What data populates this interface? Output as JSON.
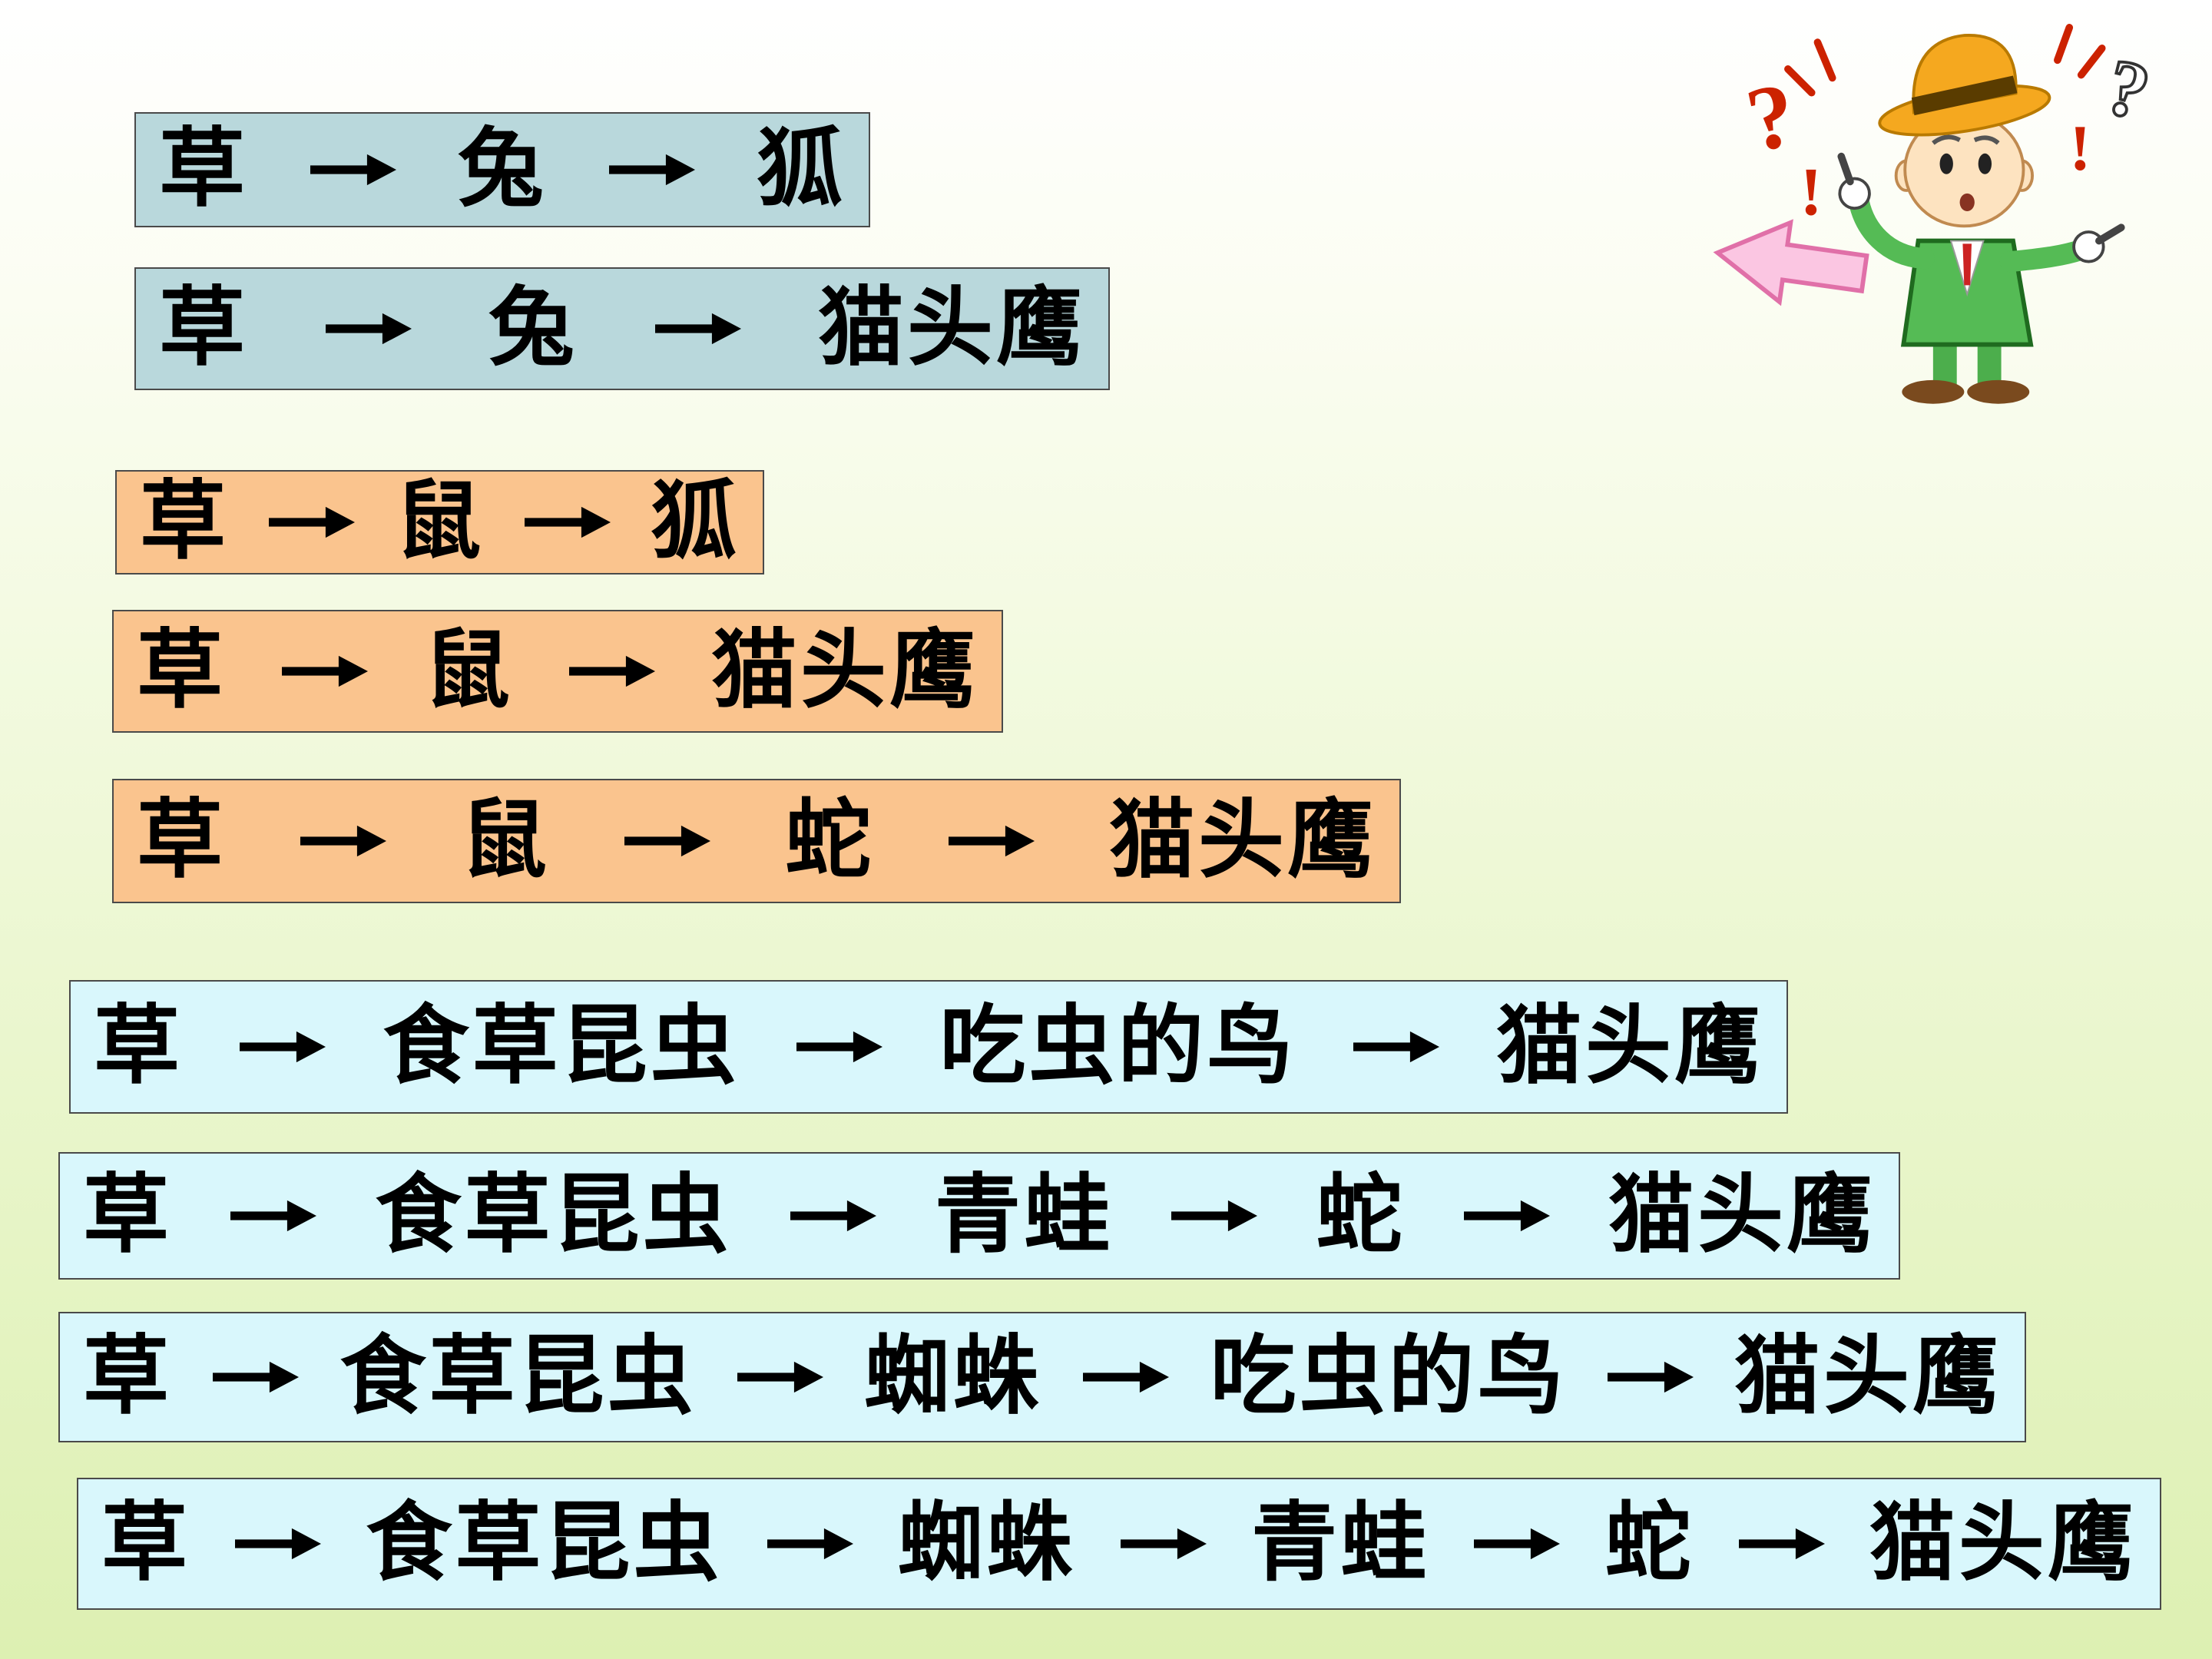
{
  "colors": {
    "blue_box": "#b9d8dc",
    "orange_box": "#fac48e",
    "cyan_box": "#d9f7fc",
    "arrow": "#000000",
    "background_top": "#ffffff",
    "background_bottom": "#ddf0b2",
    "border": "#4a4a4a"
  },
  "chains": [
    {
      "style": "blue",
      "items": [
        "草",
        "兔",
        "狐"
      ]
    },
    {
      "style": "blue",
      "items": [
        "草",
        "兔",
        "猫头鹰"
      ]
    },
    {
      "style": "orange",
      "items": [
        "草",
        "鼠",
        "狐"
      ]
    },
    {
      "style": "orange",
      "items": [
        "草",
        "鼠",
        "猫头鹰"
      ]
    },
    {
      "style": "orange",
      "items": [
        "草",
        "鼠",
        "蛇",
        "猫头鹰"
      ]
    },
    {
      "style": "cyan",
      "items": [
        "草",
        "食草昆虫",
        "吃虫的鸟",
        "猫头鹰"
      ]
    },
    {
      "style": "cyan",
      "items": [
        "草",
        "食草昆虫",
        "青蛙",
        "蛇",
        "猫头鹰"
      ]
    },
    {
      "style": "cyan",
      "items": [
        "草",
        "食草昆虫",
        "蜘蛛",
        "吃虫的鸟",
        "猫头鹰"
      ]
    },
    {
      "style": "cyan",
      "items": [
        "草",
        "食草昆虫",
        "蜘蛛",
        "青蛙",
        "蛇",
        "猫头鹰"
      ]
    }
  ],
  "illustration": {
    "left_question": "?",
    "right_question": "?",
    "left_exclamation": "!",
    "right_exclamation": "!"
  }
}
